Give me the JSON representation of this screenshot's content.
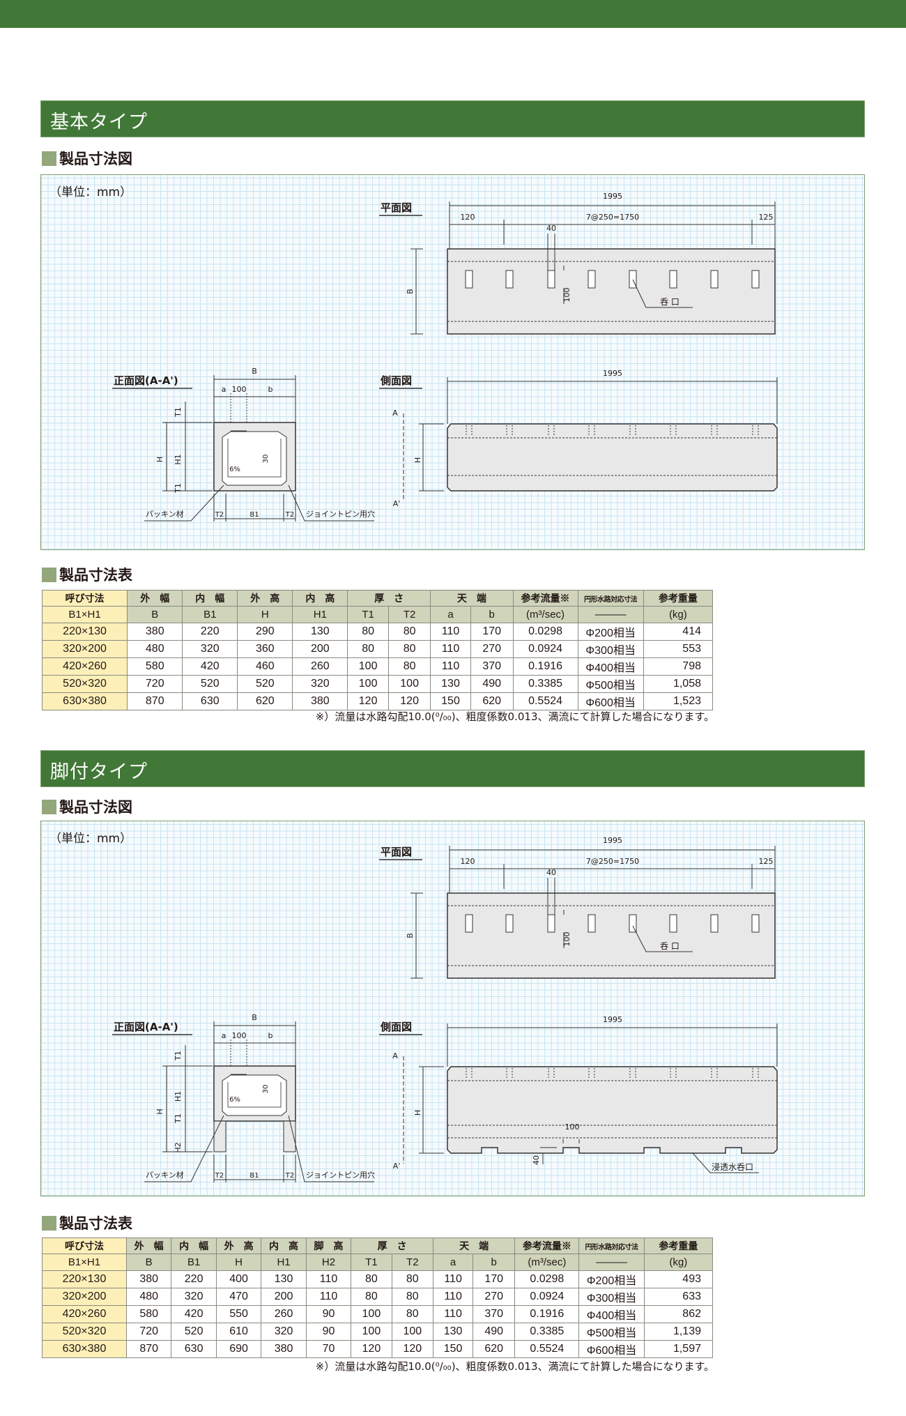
{
  "top_bar": {
    "color": "#417837"
  },
  "sections": [
    {
      "title": "基本タイプ",
      "drawing_heading": "製品寸法図",
      "unit": "（単位：mm）",
      "plan": {
        "title": "平面図",
        "total": "1995",
        "left": "120",
        "pitch": "7@250=1750",
        "right": "125",
        "slot_w": "40",
        "slot_off": "100",
        "b": "B",
        "inlet": "呑 口"
      },
      "front": {
        "title": "正面図(A-A')",
        "B": "B",
        "a": "a",
        "w100": "100",
        "b": "b",
        "H": "H",
        "T1": "T1",
        "H1": "H1",
        "T1b": "T1",
        "d30": "30",
        "slope": "6%",
        "packing": "パッキン材",
        "T2": "T2",
        "B1": "B1",
        "T2b": "T2",
        "pin": "ジョイントピン用穴"
      },
      "side": {
        "title": "側面図",
        "total": "1995",
        "A": "A",
        "A2": "A'",
        "H": "H"
      },
      "table_heading": "製品寸法表",
      "table": {
        "header1": [
          {
            "label": "呼び寸法",
            "span": 1
          },
          {
            "label": "外　幅",
            "span": 1
          },
          {
            "label": "内　幅",
            "span": 1
          },
          {
            "label": "外　高",
            "span": 1
          },
          {
            "label": "内　高",
            "span": 1
          },
          {
            "label": "厚　さ",
            "span": 2
          },
          {
            "label": "天　端",
            "span": 2
          },
          {
            "label": "参考流量※",
            "span": 1
          },
          {
            "label": "円形水路対応寸法",
            "span": 1
          },
          {
            "label": "参考重量",
            "span": 1
          }
        ],
        "header2": [
          "B1×H1",
          "B",
          "B1",
          "H",
          "H1",
          "T1",
          "T2",
          "a",
          "b",
          "(m³/sec)",
          "———",
          "(kg)"
        ],
        "rows": [
          [
            "220×130",
            "380",
            "220",
            "290",
            "130",
            "80",
            "80",
            "110",
            "170",
            "0.0298",
            "Φ200相当",
            "414"
          ],
          [
            "320×200",
            "480",
            "320",
            "360",
            "200",
            "80",
            "80",
            "110",
            "270",
            "0.0924",
            "Φ300相当",
            "553"
          ],
          [
            "420×260",
            "580",
            "420",
            "460",
            "260",
            "100",
            "80",
            "110",
            "370",
            "0.1916",
            "Φ400相当",
            "798"
          ],
          [
            "520×320",
            "720",
            "520",
            "520",
            "320",
            "100",
            "100",
            "130",
            "490",
            "0.3385",
            "Φ500相当",
            "1,058"
          ],
          [
            "630×380",
            "870",
            "630",
            "620",
            "380",
            "120",
            "120",
            "150",
            "620",
            "0.5524",
            "Φ600相当",
            "1,523"
          ]
        ]
      },
      "note": "※）流量は水路勾配10.0(⁰/₀₀)、粗度係数0.013、満流にて計算した場合になります。"
    },
    {
      "title": "脚付タイプ",
      "drawing_heading": "製品寸法図",
      "unit": "（単位：mm）",
      "plan": {
        "title": "平面図",
        "total": "1995",
        "left": "120",
        "pitch": "7@250=1750",
        "right": "125",
        "slot_w": "40",
        "slot_off": "100",
        "b": "B",
        "inlet": "呑 口"
      },
      "front": {
        "title": "正面図(A-A')",
        "B": "B",
        "a": "a",
        "w100": "100",
        "b": "b",
        "H": "H",
        "T1": "T1",
        "H1": "H1",
        "T1b": "T1",
        "H2": "H2",
        "d30": "30",
        "slope": "6%",
        "packing": "パッキン材",
        "T2": "T2",
        "B1": "B1",
        "T2b": "T2",
        "pin": "ジョイントピン用穴"
      },
      "side": {
        "title": "側面図",
        "total": "1995",
        "A": "A",
        "A2": "A'",
        "H": "H",
        "notch_w": "100",
        "notch_h": "40",
        "perm_inlet": "浸透水呑口"
      },
      "table_heading": "製品寸法表",
      "table": {
        "header1": [
          {
            "label": "呼び寸法",
            "span": 1
          },
          {
            "label": "外　幅",
            "span": 1
          },
          {
            "label": "内　幅",
            "span": 1
          },
          {
            "label": "外　高",
            "span": 1
          },
          {
            "label": "内　高",
            "span": 1
          },
          {
            "label": "脚　高",
            "span": 1
          },
          {
            "label": "厚　さ",
            "span": 2
          },
          {
            "label": "天　端",
            "span": 2
          },
          {
            "label": "参考流量※",
            "span": 1
          },
          {
            "label": "円形水路対応寸法",
            "span": 1
          },
          {
            "label": "参考重量",
            "span": 1
          }
        ],
        "header2": [
          "B1×H1",
          "B",
          "B1",
          "H",
          "H1",
          "H2",
          "T1",
          "T2",
          "a",
          "b",
          "(m³/sec)",
          "———",
          "(kg)"
        ],
        "rows": [
          [
            "220×130",
            "380",
            "220",
            "400",
            "130",
            "110",
            "80",
            "80",
            "110",
            "170",
            "0.0298",
            "Φ200相当",
            "493"
          ],
          [
            "320×200",
            "480",
            "320",
            "470",
            "200",
            "110",
            "80",
            "80",
            "110",
            "270",
            "0.0924",
            "Φ300相当",
            "633"
          ],
          [
            "420×260",
            "580",
            "420",
            "550",
            "260",
            "90",
            "100",
            "80",
            "110",
            "370",
            "0.1916",
            "Φ400相当",
            "862"
          ],
          [
            "520×320",
            "720",
            "520",
            "610",
            "320",
            "90",
            "100",
            "100",
            "130",
            "490",
            "0.3385",
            "Φ500相当",
            "1,139"
          ],
          [
            "630×380",
            "870",
            "630",
            "690",
            "380",
            "70",
            "120",
            "120",
            "150",
            "620",
            "0.5524",
            "Φ600相当",
            "1,597"
          ]
        ]
      },
      "note": "※）流量は水路勾配10.0(⁰/₀₀)、粗度係数0.013、満流にて計算した場合になります。"
    }
  ]
}
